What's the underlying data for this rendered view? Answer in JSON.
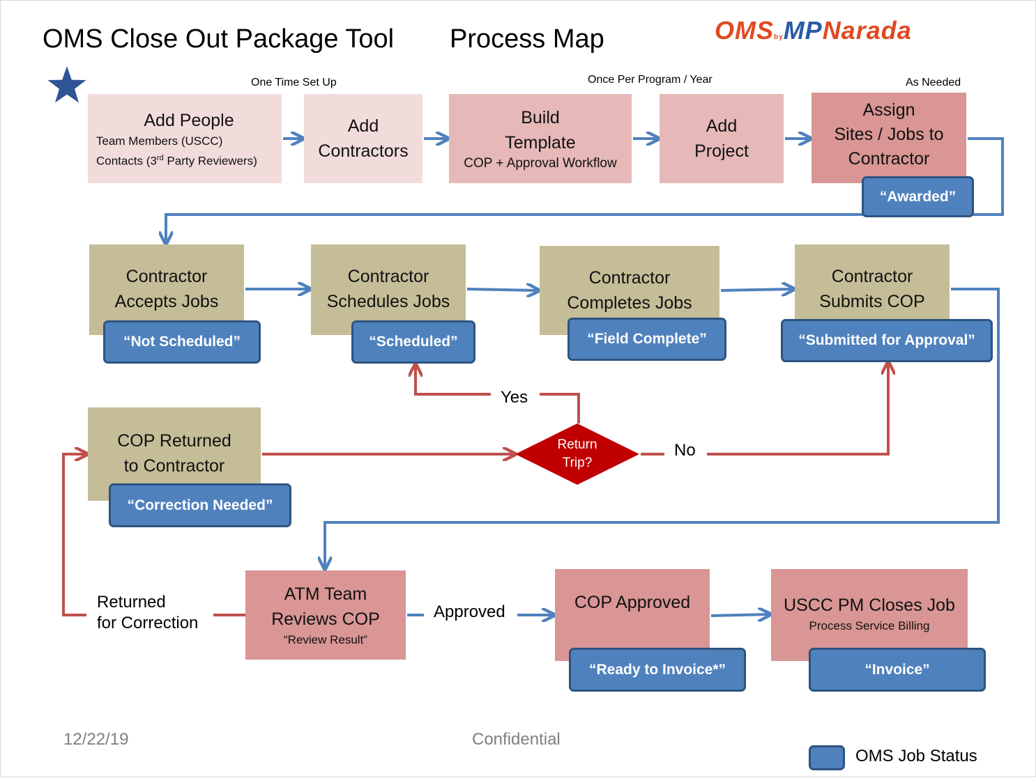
{
  "header": {
    "title": "OMS Close Out Package Tool",
    "subtitle": "Process Map",
    "logo": {
      "oms": "OMS",
      "by": "by",
      "mp": "MP",
      "narada": "Narada"
    }
  },
  "phases": {
    "one_time": "One Time Set Up",
    "per_program": "Once Per Program / Year",
    "as_needed": "As Needed"
  },
  "setup_steps": {
    "add_people": {
      "title": "Add People",
      "line1": "Team Members (USCC)",
      "line2_pre": "Contacts (3",
      "line2_sup": "rd",
      "line2_post": " Party Reviewers)"
    },
    "add_contractors": {
      "line1": "Add",
      "line2": "Contractors"
    },
    "build_template": {
      "line1": "Build",
      "line2": "Template",
      "sub": "COP + Approval Workflow"
    },
    "add_project": {
      "line1": "Add",
      "line2": "Project"
    },
    "assign_sites": {
      "line1": "Assign",
      "line2": "Sites / Jobs to",
      "line3": "Contractor",
      "status": "“Awarded”"
    }
  },
  "contractor_steps": {
    "accepts": {
      "line1": "Contractor",
      "line2": "Accepts Jobs",
      "status": "“Not Scheduled”"
    },
    "schedules": {
      "line1": "Contractor",
      "line2": "Schedules Jobs",
      "status": "“Scheduled”"
    },
    "completes": {
      "line1": "Contractor",
      "line2": "Completes Jobs",
      "status": "“Field Complete”"
    },
    "submits": {
      "line1": "Contractor",
      "line2": "Submits COP",
      "status": "“Submitted for Approval”"
    }
  },
  "returned": {
    "line1": "COP Returned",
    "line2": "to Contractor",
    "status": "“Correction Needed”"
  },
  "decision": {
    "line1": "Return",
    "line2": "Trip?",
    "yes": "Yes",
    "no": "No"
  },
  "review": {
    "line1": "ATM Team",
    "line2": "Reviews COP",
    "sub": "“Review Result”"
  },
  "approved_step": {
    "title": "COP Approved",
    "status": "“Ready to Invoice*”"
  },
  "closes_step": {
    "title": "USCC PM Closes Job",
    "sub": "Process Service Billing",
    "status": "“Invoice”"
  },
  "edge_labels": {
    "returned_line1": "Returned",
    "returned_line2": "for Correction",
    "approved": "Approved"
  },
  "footer": {
    "date": "12/22/19",
    "confidential": "Confidential",
    "legend": "OMS Job Status"
  },
  "colors": {
    "flow_blue": "#4f81bd",
    "flow_red": "#c0504d",
    "status_fill": "#4f81bd",
    "decision_fill": "#c00000",
    "star": "#2f5597"
  }
}
